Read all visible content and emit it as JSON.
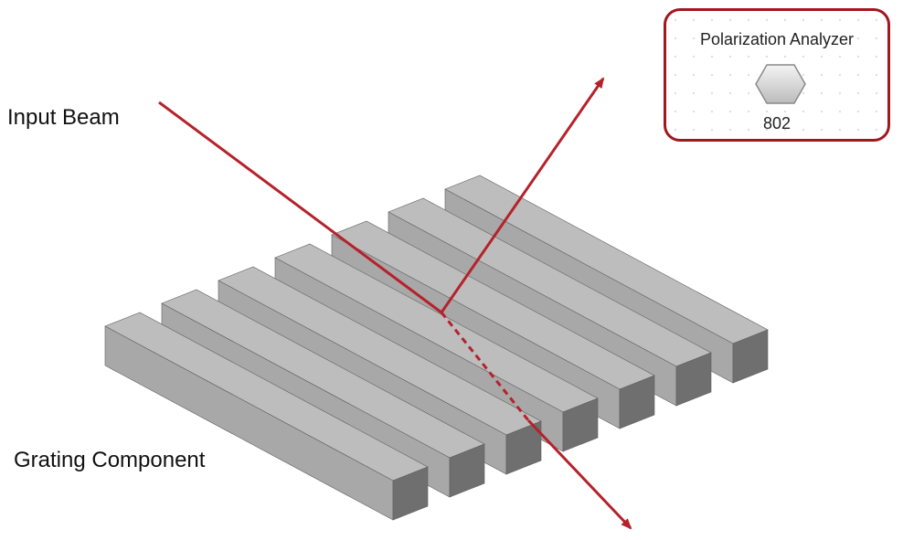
{
  "labels": {
    "input_beam": "Input Beam",
    "grating": "Grating Component"
  },
  "analyzer": {
    "title": "Polarization Analyzer",
    "id": "802"
  },
  "colors": {
    "beam": "#b5222b",
    "panel_border": "#a1171f",
    "bar_top": "#bdbdbd",
    "bar_front": "#a8a8a8",
    "bar_side": "#6f6f6f"
  },
  "grating": {
    "bar_count": 7
  }
}
